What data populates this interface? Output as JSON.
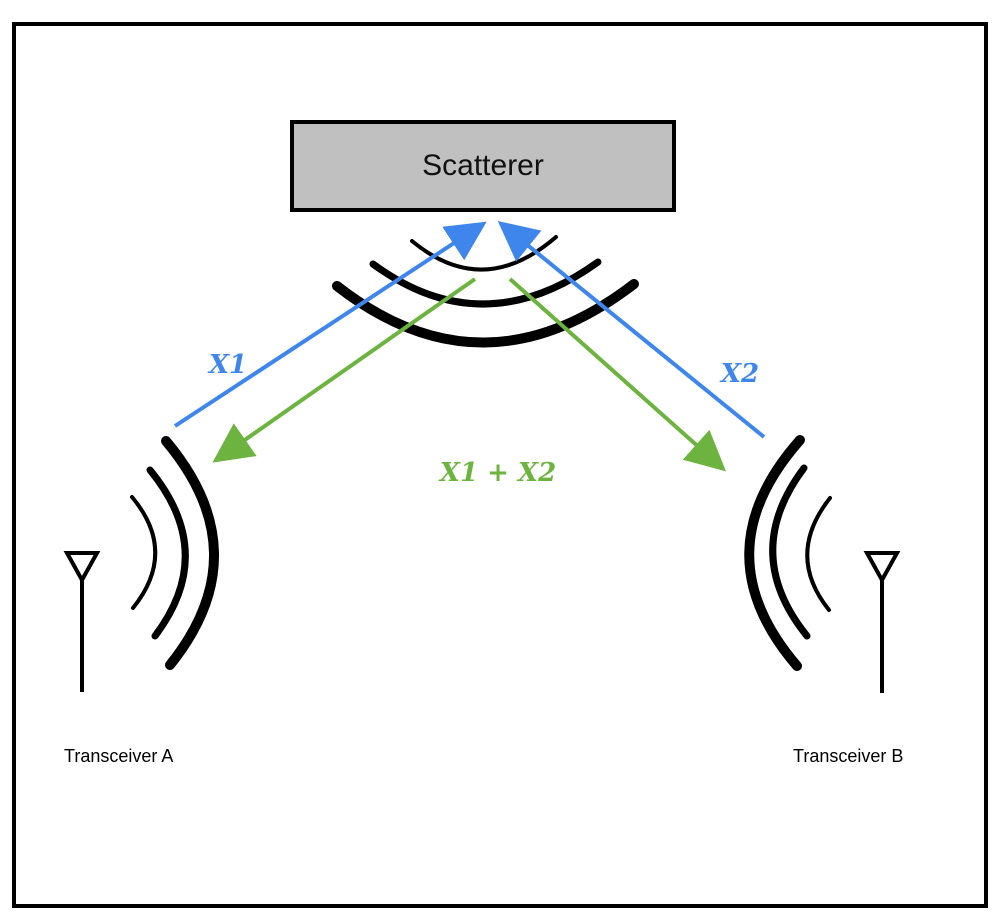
{
  "scatterer": {
    "label": "Scatterer"
  },
  "transceivers": {
    "a": {
      "label": "Transceiver A"
    },
    "b": {
      "label": "Transceiver B"
    }
  },
  "signals": {
    "x1": {
      "label": "X1"
    },
    "x2": {
      "label": "X2"
    },
    "sum": {
      "label": "X1 + X2"
    }
  },
  "colors": {
    "incoming": "#3f86ec",
    "reflected": "#6db33f",
    "scatterer_fill": "#c0c0c0"
  },
  "icons": [
    "antenna-icon",
    "wave-icon",
    "arrow-icon"
  ]
}
